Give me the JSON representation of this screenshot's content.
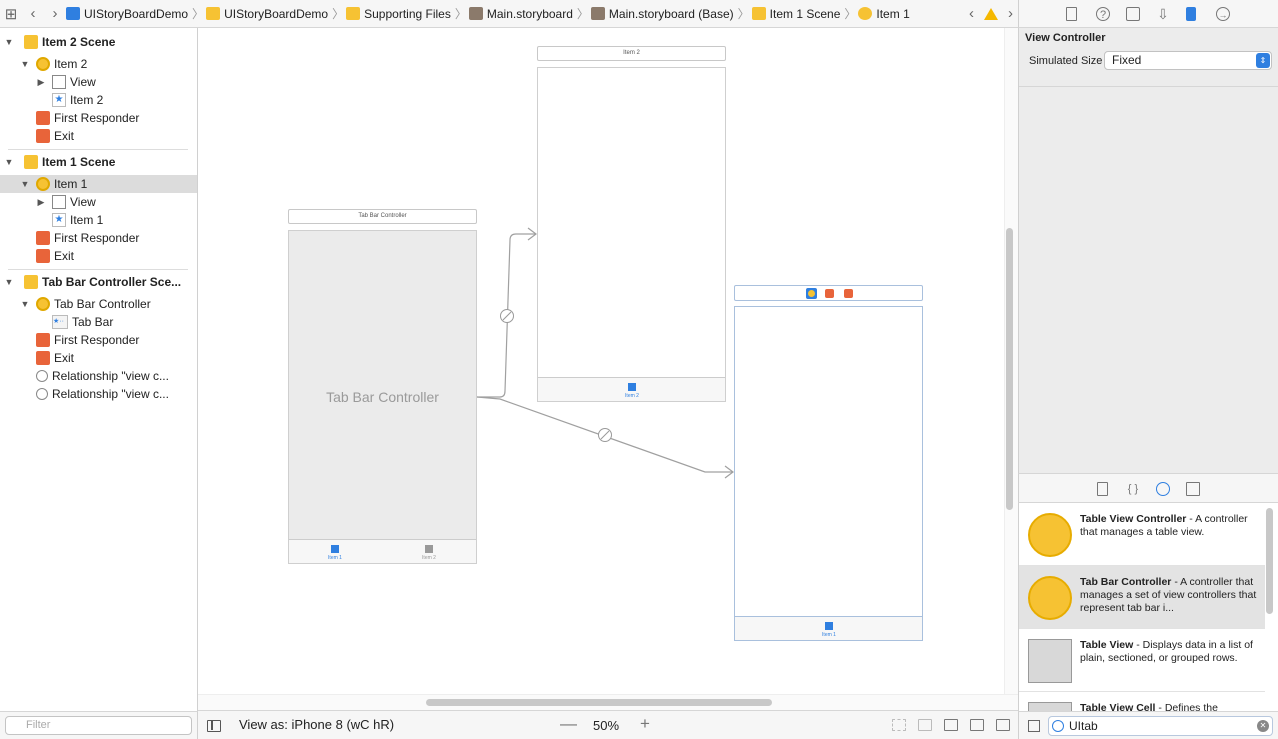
{
  "breadcrumbs": [
    {
      "label": "UIStoryBoardDemo",
      "icon": "project-icon"
    },
    {
      "label": "UIStoryBoardDemo",
      "icon": "folder-icon"
    },
    {
      "label": "Supporting Files",
      "icon": "folder-icon"
    },
    {
      "label": "Main.storyboard",
      "icon": "storyboard-icon"
    },
    {
      "label": "Main.storyboard (Base)",
      "icon": "storyboard-icon"
    },
    {
      "label": "Item 1 Scene",
      "icon": "scene-icon"
    },
    {
      "label": "Item 1",
      "icon": "view-controller-icon"
    }
  ],
  "outline": {
    "item2_scene": "Item 2 Scene",
    "item2": "Item 2",
    "item2_view": "View",
    "item2_tab": "Item 2",
    "item2_fr": "First Responder",
    "item2_exit": "Exit",
    "item1_scene": "Item 1 Scene",
    "item1": "Item 1",
    "item1_view": "View",
    "item1_tab": "Item 1",
    "item1_fr": "First Responder",
    "item1_exit": "Exit",
    "tbc_scene": "Tab Bar Controller Sce...",
    "tbc": "Tab Bar Controller",
    "tabbar": "Tab Bar",
    "tbc_fr": "First Responder",
    "tbc_exit": "Exit",
    "rel1": "Relationship \"view c...",
    "rel2": "Relationship \"view c...",
    "filter_placeholder": "Filter"
  },
  "canvas": {
    "tbc_title": "Tab Bar Controller",
    "tbc_body": "Tab Bar Controller",
    "tbc_tab1": "Item 1",
    "tbc_tab2": "Item 2",
    "item2_title": "Item 2",
    "item2_tab": "Item 2",
    "item1_tab": "Item 1"
  },
  "canvasbar": {
    "view_as": "View as: iPhone 8 (wC hR)",
    "zoom": "50%",
    "minus": "—",
    "plus": "+"
  },
  "inspector": {
    "header": "View Controller",
    "simulated_size_label": "Simulated Size",
    "simulated_size_value": "Fixed"
  },
  "library": {
    "items": [
      {
        "title": "Table View Controller",
        "desc": " - A controller that manages a table view."
      },
      {
        "title": "Tab Bar Controller",
        "desc": " - A controller that manages a set of view controllers that represent tab bar i..."
      },
      {
        "title": "Table View",
        "desc": " - Displays data in a list of plain, sectioned, or grouped rows."
      },
      {
        "title": "Table View Cell",
        "desc": " - Defines the"
      }
    ],
    "filter_value": "UItab"
  },
  "colors": {
    "accent": "#2f7fe0",
    "scene_yellow": "#f6c233",
    "responder_orange": "#e8643a",
    "warning": "#f5b800"
  }
}
